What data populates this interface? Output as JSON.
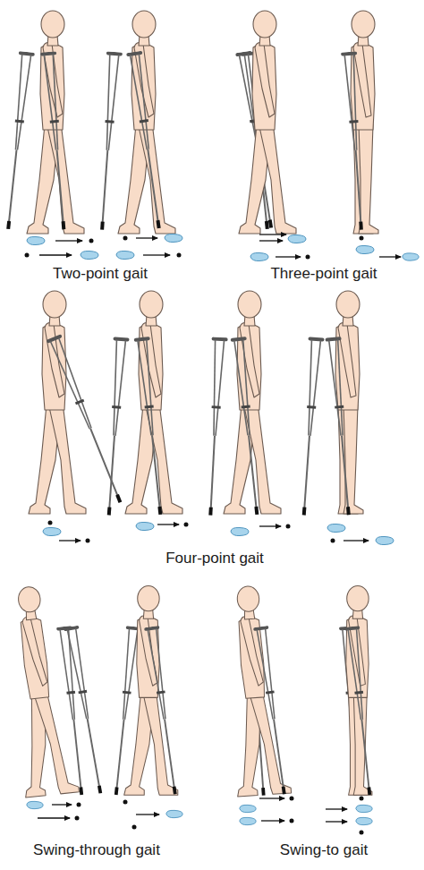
{
  "diagram": {
    "labels": [
      "Two-point gait",
      "Three-point gait",
      "Four-point gait",
      "Swing-through gait",
      "Swing-to gait"
    ]
  }
}
